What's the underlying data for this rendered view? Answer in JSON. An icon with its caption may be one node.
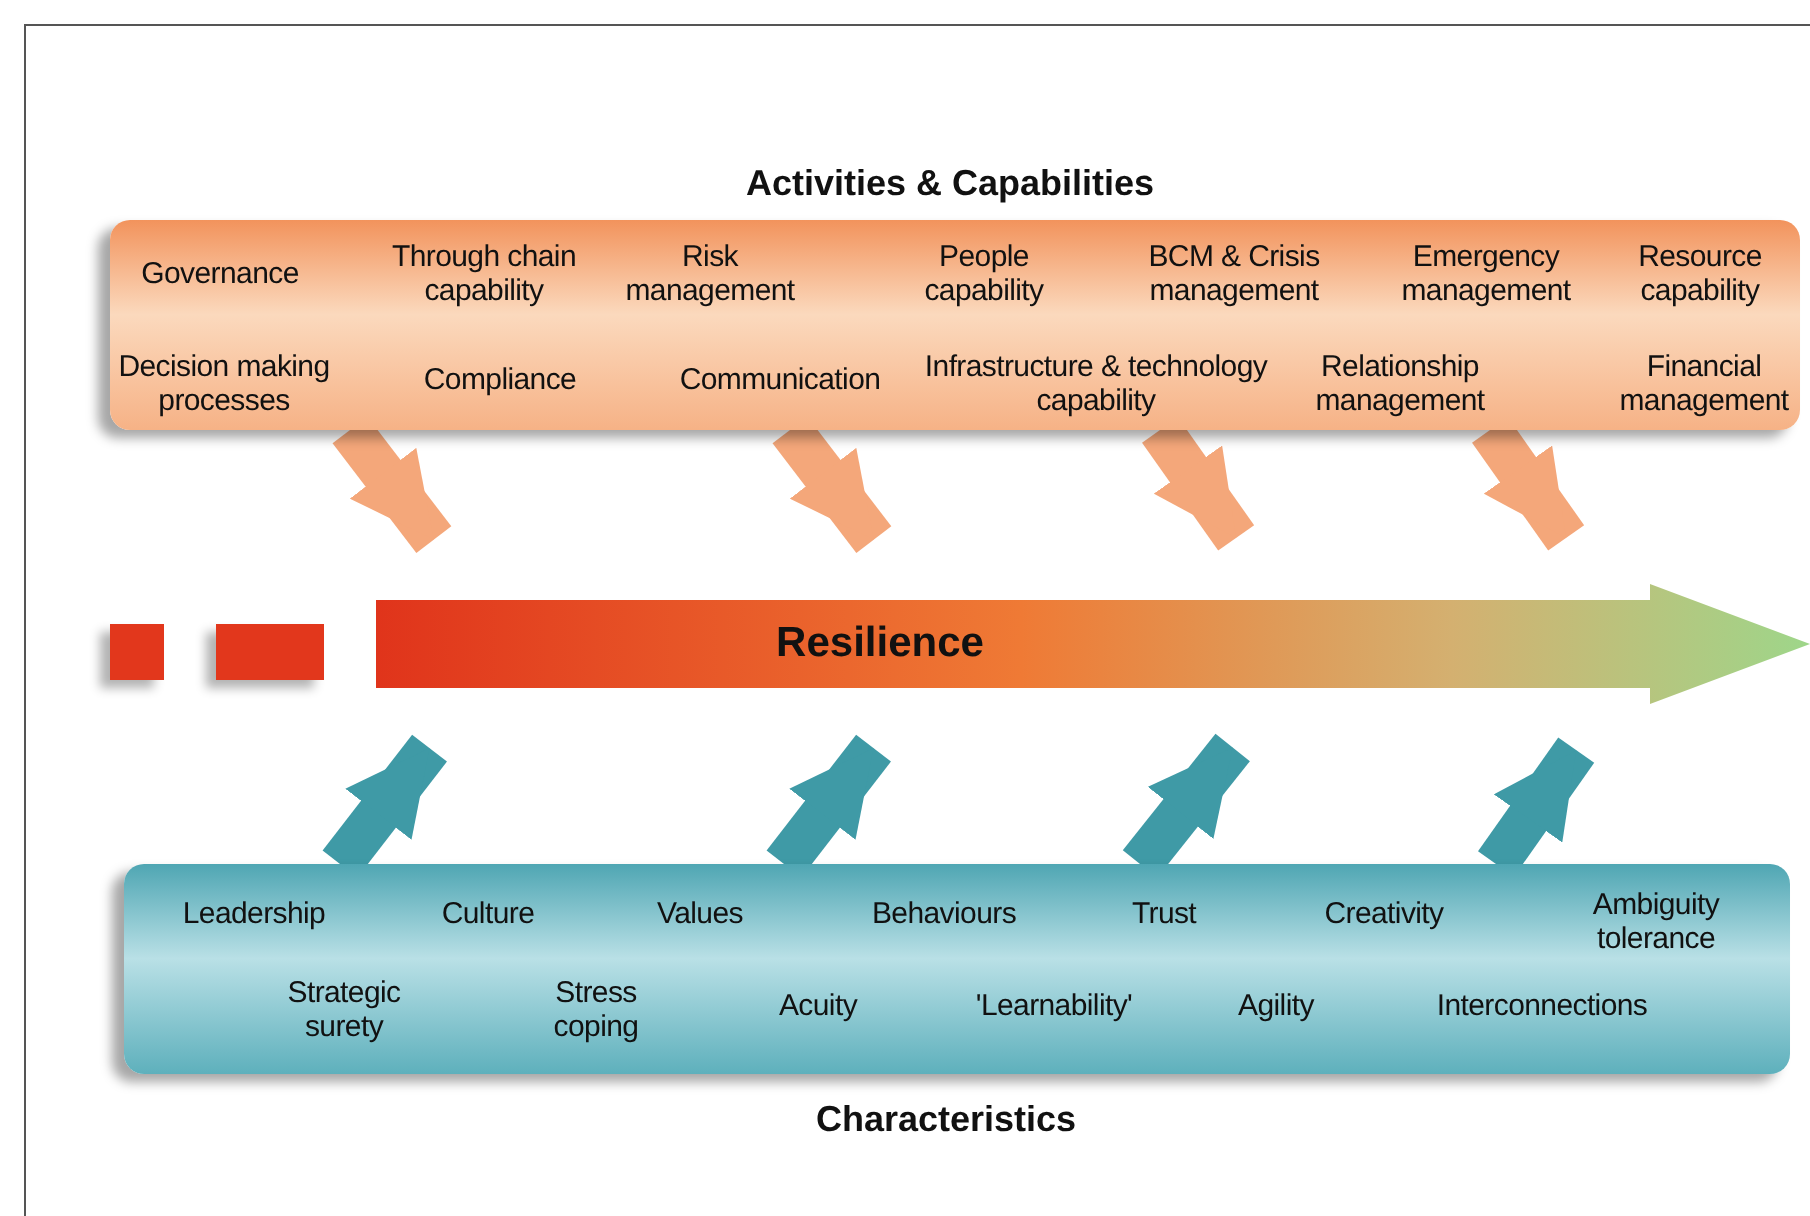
{
  "diagram": {
    "nodes": [
      {
        "text": [
          "Activities & Capabilities",
          "Governance",
          "Through chain capability",
          "Risk management",
          "People capability",
          "BCM & Crisis management",
          "Emergency management",
          "Resource capability",
          "Decision making processes",
          "Compliance",
          "Communication",
          "Infrastructure & technology capability",
          "Relationship management",
          "Financial management"
        ]
      },
      {
        "text": [],
        "shape": "box"
      },
      {
        "text": [],
        "shape": "box"
      },
      {
        "text": [
          "Resilience"
        ]
      },
      {
        "text": [
          "Leadership",
          "Culture",
          "Values",
          "Behaviours",
          "Trust",
          "Creativity",
          "Ambiguity tolerance",
          "Strategic surety",
          "Stress coping",
          "Acuity",
          "'Learnability'",
          "Agility",
          "Interconnections",
          "Characteristics"
        ]
      }
    ],
    "edges": [
      {
        "from": 0,
        "to": 3,
        "arrow": "to",
        "color": "#f4a77a"
      },
      {
        "from": 0,
        "to": 3,
        "arrow": "to",
        "color": "#f4a77a"
      },
      {
        "from": 0,
        "to": 3,
        "arrow": "to",
        "color": "#f4a77a"
      },
      {
        "from": 0,
        "to": 3,
        "arrow": "to",
        "color": "#f4a77a"
      },
      {
        "from": 4,
        "to": 3,
        "arrow": "to",
        "color": "#3f9aa6"
      },
      {
        "from": 4,
        "to": 3,
        "arrow": "to",
        "color": "#3f9aa6"
      },
      {
        "from": 4,
        "to": 3,
        "arrow": "to",
        "color": "#3f9aa6"
      },
      {
        "from": 4,
        "to": 3,
        "arrow": "to",
        "color": "#3f9aa6"
      }
    ]
  }
}
